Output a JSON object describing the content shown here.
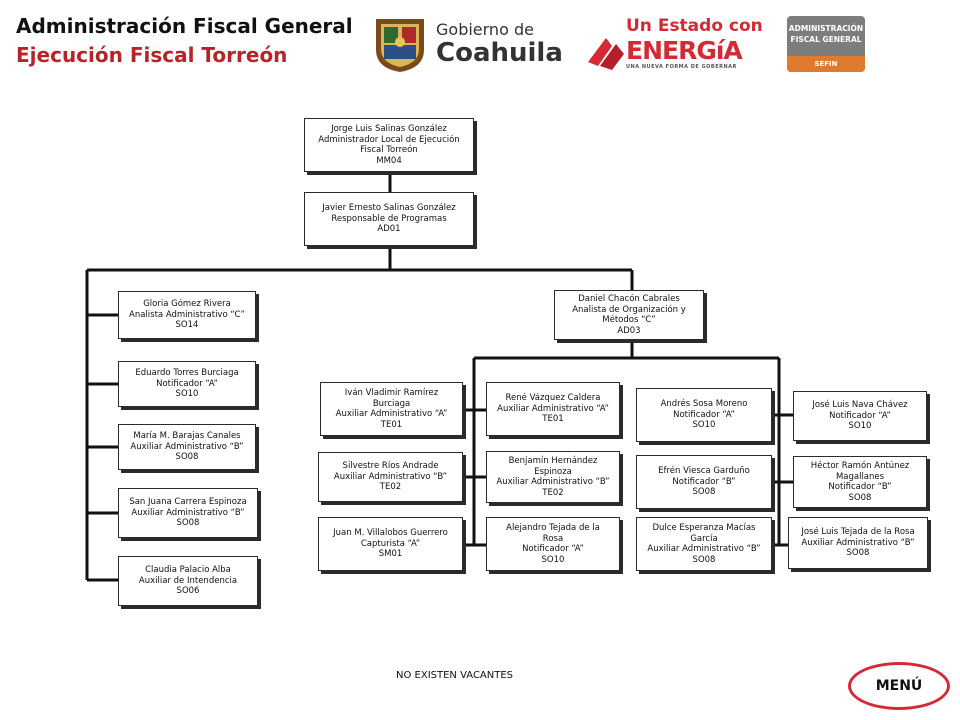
{
  "header": {
    "title": "Administración Fiscal General",
    "subtitle": "Ejecución Fiscal Torreón"
  },
  "logos": {
    "gobierno_line1": "Gobierno de",
    "gobierno_line2": "Coahuila",
    "energia_line1": "Un Estado con",
    "energia_line2": "ENERGíA",
    "energia_tagline": "UNA NUEVA FORMA DE GOBERNAR",
    "afg_line1": "ADMINISTRACIÓN",
    "afg_line2": "FISCAL GENERAL",
    "afg_line3": "SEFIN"
  },
  "org": {
    "admin": {
      "name": "Jorge Luis Salinas González",
      "role1": "Administrador Local de Ejecución",
      "role2": "Fiscal Torreón",
      "code": "MM04"
    },
    "resp": {
      "name": "Javier Ernesto Salinas González",
      "role": "Responsable de Programas",
      "code": "AD01"
    },
    "daniel": {
      "name": "Daniel Chacón Cabrales",
      "role1": "Analista de Organización y",
      "role2": "Métodos “C”",
      "code": "AD03"
    },
    "gloria": {
      "name": "Gloria Gómez Rivera",
      "role": "Analista Administrativo “C”",
      "code": "SO14"
    },
    "eduardo": {
      "name": "Eduardo Torres Burciaga",
      "role": "Notificador “A”",
      "code": "SO10"
    },
    "maria": {
      "name": "María M. Barajas Canales",
      "role": "Auxiliar Administrativo “B”",
      "code": "SO08"
    },
    "sanjuana": {
      "name": "San Juana Carrera Espinoza",
      "role": "Auxiliar Administrativo “B”",
      "code": "SO08"
    },
    "claudia": {
      "name": "Claudia Palacio Alba",
      "role": "Auxiliar de Intendencia",
      "code": "SO06"
    },
    "ivan": {
      "name1": "Iván Vladimir Ramírez",
      "name2": "Burciaga",
      "role": "Auxiliar Administrativo “A”",
      "code": "TE01"
    },
    "silvestre": {
      "name": "Silvestre Ríos Andrade",
      "role": "Auxiliar Administrativo “B”",
      "code": "TE02"
    },
    "juan": {
      "name": "Juan M. Villalobos Guerrero",
      "role": "Capturista “A”",
      "code": "SM01"
    },
    "rene": {
      "name": "René Vázquez Caldera",
      "role": "Auxiliar Administrativo “A”",
      "code": "TE01"
    },
    "benjamin": {
      "name1": "Benjamín Hernández",
      "name2": "Espinoza",
      "role": "Auxiliar Administrativo “B”",
      "code": "TE02"
    },
    "alejandro": {
      "name1": "Alejandro Tejada de la",
      "name2": "Rosa",
      "role": "Notificador “A”",
      "code": "SO10"
    },
    "andres": {
      "name": "Andrés Sosa Moreno",
      "role": "Notificador “A”",
      "code": "SO10"
    },
    "efren": {
      "name": "Efrén Viesca Garduño",
      "role": "Notificador “B”",
      "code": "SO08"
    },
    "dulce": {
      "name1": "Dulce Esperanza Macías",
      "name2": "García",
      "role": "Auxiliar Administrativo “B”",
      "code": "SO08"
    },
    "joseluisnava": {
      "name": "José Luis Nava Chávez",
      "role": "Notificador “A”",
      "code": "SO10"
    },
    "hector": {
      "name1": "Héctor Ramón Antúnez",
      "name2": "Magallanes",
      "role": "Notificador “B”",
      "code": "SO08"
    },
    "joseluistejada": {
      "name": "José Luis Tejada de la Rosa",
      "role": "Auxiliar Administrativo “B”",
      "code": "SO08"
    }
  },
  "footer": {
    "vacancies": "NO EXISTEN VACANTES",
    "menu_label": "MENÚ"
  }
}
